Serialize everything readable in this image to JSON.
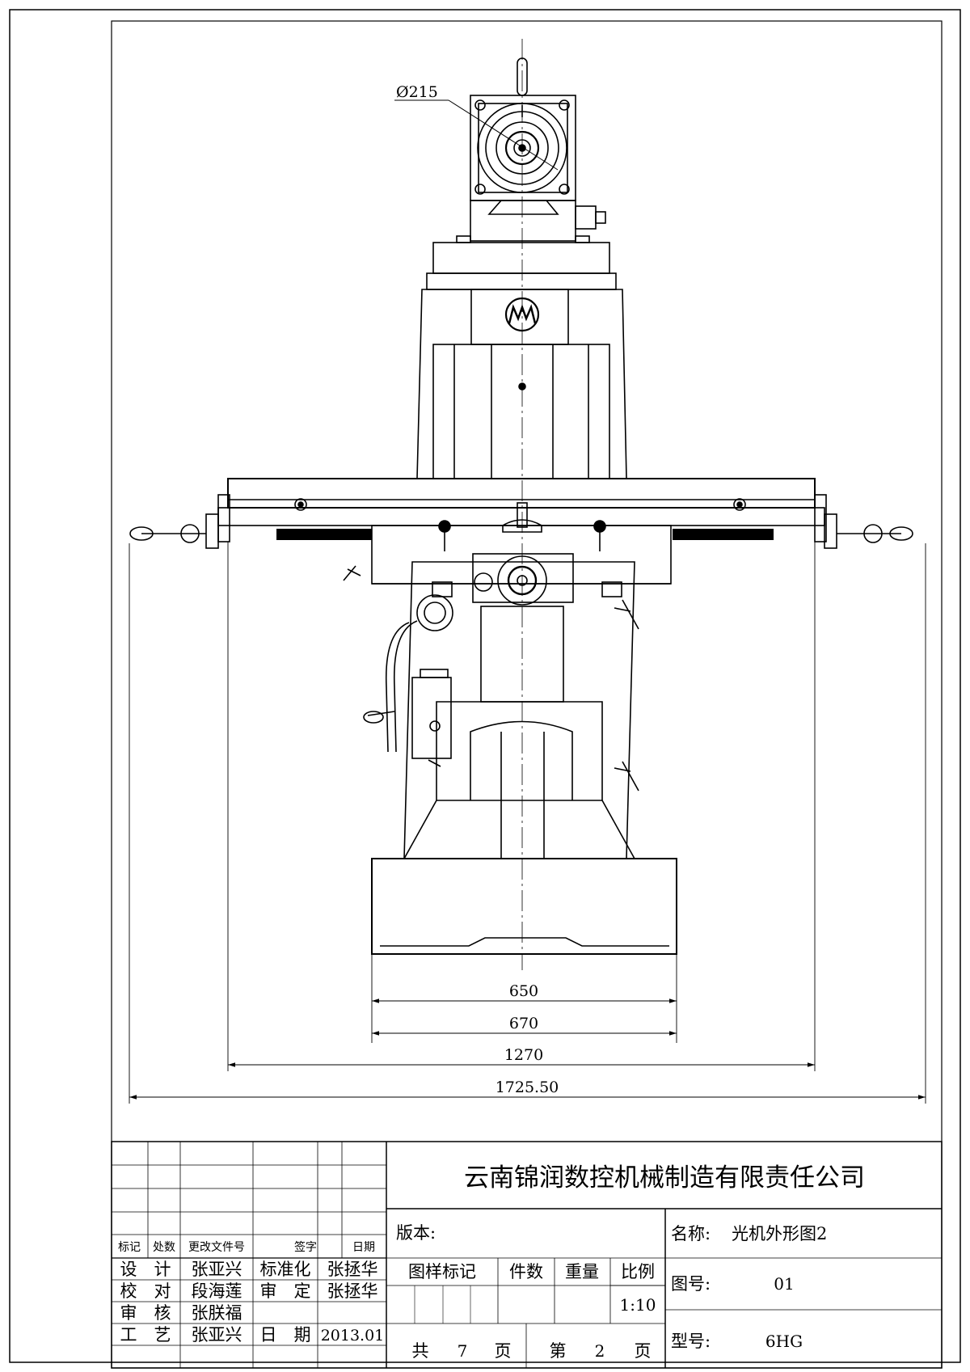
{
  "dimensions": {
    "spindle_diameter": "Ø215",
    "base_width_650": "650",
    "base_width_670": "670",
    "table_length": "1270",
    "overall_length": "1725.50"
  },
  "title_block": {
    "company": "云南锦润数控机械制造有限责任公司",
    "revision_headers": [
      "标记",
      "处数",
      "更改文件号",
      "签字",
      "日期"
    ],
    "version_label": "版本:",
    "name_label": "名称:",
    "name_value": "光机外形图2",
    "drawing_no_label": "图号:",
    "drawing_no_value": "01",
    "model_label": "型号:",
    "model_value": "6HG",
    "sample_mark_label": "图样标记",
    "quantity_label": "件数",
    "weight_label": "重量",
    "scale_label": "比例",
    "scale_value": "1:10",
    "total_label": "共",
    "total_pages": "7",
    "page_unit_1": "页",
    "sheet_label": "第",
    "sheet_no": "2",
    "page_unit_2": "页",
    "signatures": {
      "design_label": "设　计",
      "design_name": "张亚兴",
      "standard_label": "标准化",
      "standard_name": "张拯华",
      "check_label": "校　对",
      "check_name": "段海莲",
      "approve_label": "审　定",
      "approve_name": "张拯华",
      "review_label": "审　核",
      "review_name": "张朕福",
      "process_label": "工　艺",
      "process_name": "张亚兴",
      "date_label": "日　期",
      "date_value": "2013.01"
    }
  }
}
